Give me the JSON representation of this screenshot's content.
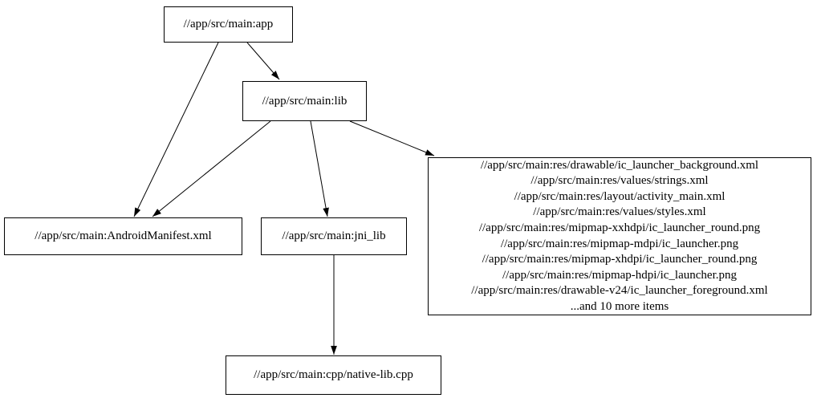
{
  "graph": {
    "background_color": "#ffffff",
    "node_border_color": "#000000",
    "node_fill_color": "#ffffff",
    "edge_color": "#000000",
    "text_color": "#000000",
    "nodes": {
      "app": {
        "label": "//app/src/main:app"
      },
      "lib": {
        "label": "//app/src/main:lib"
      },
      "android_manifest": {
        "label": "//app/src/main:AndroidManifest.xml"
      },
      "jni_lib": {
        "label": "//app/src/main:jni_lib"
      },
      "res_files": {
        "lines": [
          "//app/src/main:res/drawable/ic_launcher_background.xml",
          "//app/src/main:res/values/strings.xml",
          "//app/src/main:res/layout/activity_main.xml",
          "//app/src/main:res/values/styles.xml",
          "//app/src/main:res/mipmap-xxhdpi/ic_launcher_round.png",
          "//app/src/main:res/mipmap-mdpi/ic_launcher.png",
          "//app/src/main:res/mipmap-xhdpi/ic_launcher_round.png",
          "//app/src/main:res/mipmap-hdpi/ic_launcher.png",
          "//app/src/main:res/drawable-v24/ic_launcher_foreground.xml",
          "...and 10 more items"
        ]
      },
      "native_lib_cpp": {
        "label": "//app/src/main:cpp/native-lib.cpp"
      }
    },
    "edges": [
      {
        "from": "app",
        "to": "lib"
      },
      {
        "from": "app",
        "to": "android_manifest"
      },
      {
        "from": "lib",
        "to": "android_manifest"
      },
      {
        "from": "lib",
        "to": "jni_lib"
      },
      {
        "from": "lib",
        "to": "res_files"
      },
      {
        "from": "jni_lib",
        "to": "native_lib_cpp"
      }
    ]
  }
}
